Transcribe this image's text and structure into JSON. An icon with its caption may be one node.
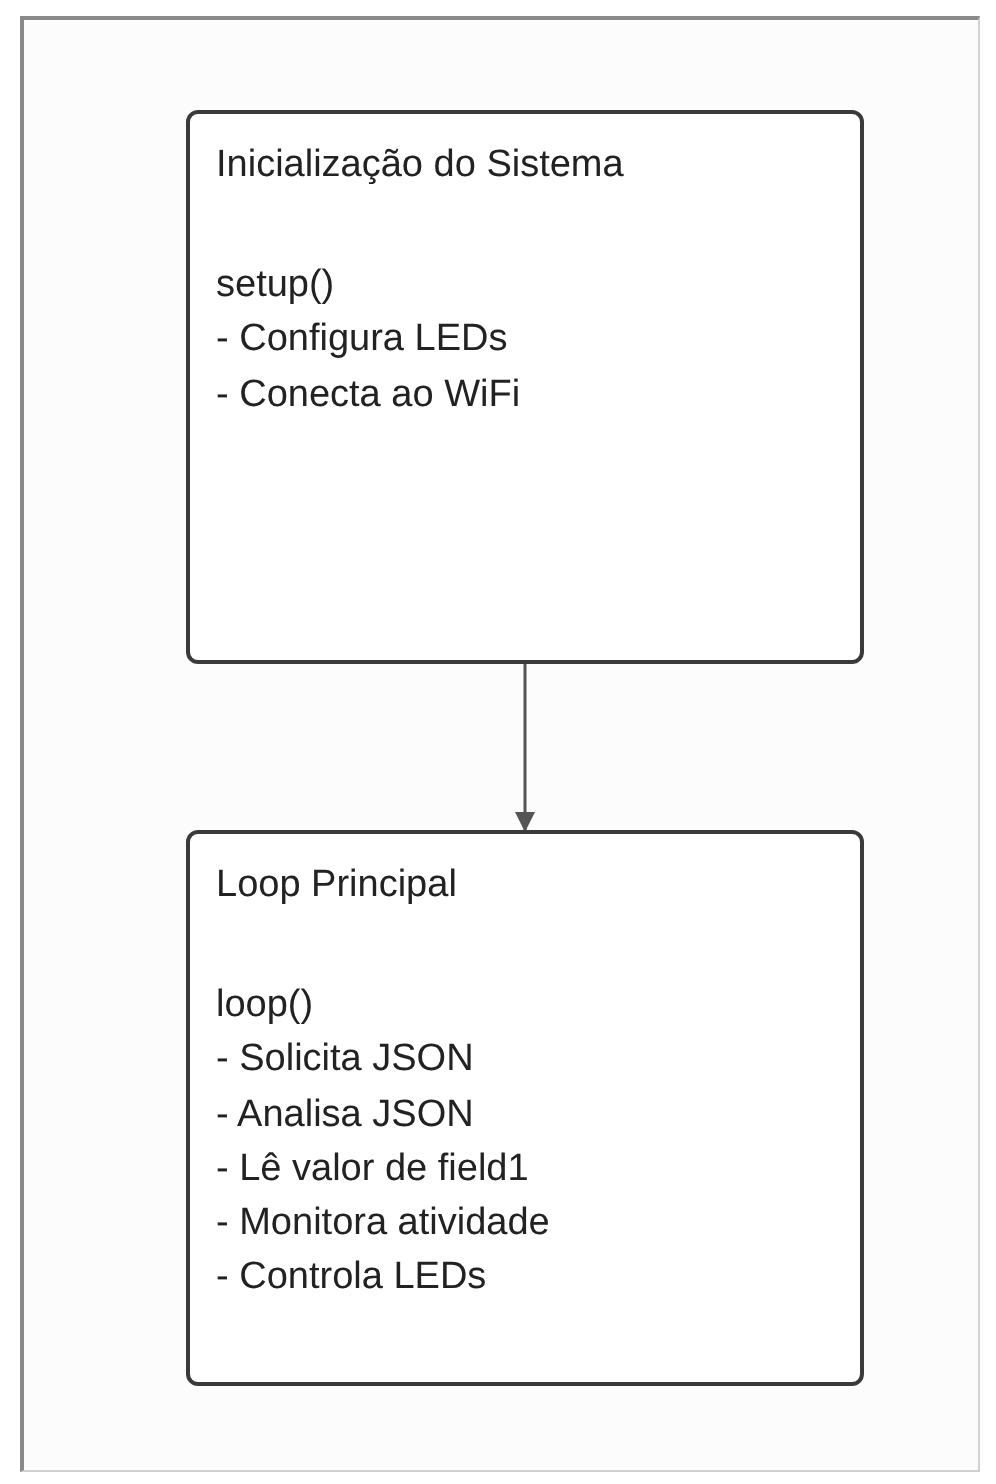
{
  "diagram": {
    "nodes": [
      {
        "text": [
          "Inicialização do Sistema",
          "setup()",
          "- Configura LEDs",
          "- Conecta ao WiFi"
        ]
      },
      {
        "text": [
          "Loop Principal",
          "loop()",
          "- Solicita JSON",
          "- Analisa JSON",
          "- Lê valor de field1",
          "- Monitora atividade",
          "- Controla LEDs"
        ]
      }
    ],
    "edges": [
      {
        "from": 0,
        "to": 1,
        "arrow": "to"
      }
    ]
  }
}
